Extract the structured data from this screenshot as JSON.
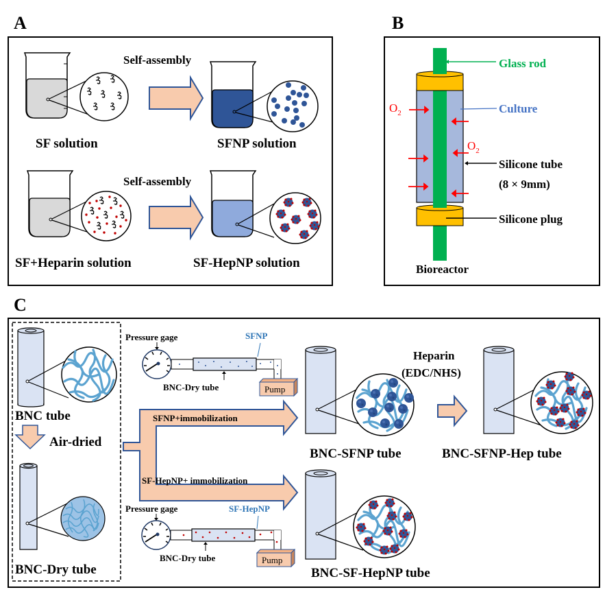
{
  "colors": {
    "beaker_gray": "#d9d9d9",
    "beaker_dark_blue": "#2f5597",
    "beaker_light_blue": "#8faadc",
    "arrow_fill": "#f8cbad",
    "arrow_stroke": "#2f5597",
    "glass_rod": "#00b050",
    "plug": "#ffc000",
    "culture": "#a6b8dc",
    "oxygen": "#ff0000",
    "culture_label": "#4472c4",
    "sfnp_label": "#2e75b6",
    "tube_fill": "#dae3f3",
    "fiber": "#5ba3d0",
    "nanoparticle": "#2f5597",
    "heparin": "#c00000"
  },
  "panel_a": {
    "letter": "A",
    "rows": [
      {
        "left_label": "SF solution",
        "process_label": "Self-assembly",
        "right_label": "SFNP solution"
      },
      {
        "left_label": "SF+Heparin solution",
        "process_label": "Self-assembly",
        "right_label": "SF-HepNP solution"
      }
    ]
  },
  "panel_b": {
    "letter": "B",
    "labels": {
      "glass_rod": "Glass rod",
      "culture": "Culture",
      "oxygen": "O",
      "oxygen_sub": "2",
      "silicone_tube": "Silicone tube",
      "silicone_tube_size": "(8 × 9mm)",
      "silicone_plug": "Silicone plug",
      "caption": "Bioreactor"
    }
  },
  "panel_c": {
    "letter": "C",
    "bnc_tube": "BNC tube",
    "air_dried": "Air-dried",
    "bnc_dry_tube": "BNC-Dry tube",
    "top_setup": {
      "pressure_gage": "Pressure gage",
      "inflow": "SFNP",
      "tube": "BNC-Dry tube",
      "pump": "Pump"
    },
    "bottom_setup": {
      "pressure_gage": "Pressure gage",
      "inflow": "SF-HepNP",
      "tube": "BNC-Dry tube",
      "pump": "Pump"
    },
    "branch_top": "SFNP+immobilization",
    "branch_bottom": "SF-HepNP+ immobilization",
    "bnc_sfnp_tube": "BNC-SFNP tube",
    "heparin_step_line1": "Heparin",
    "heparin_step_line2": "(EDC/NHS)",
    "bnc_sfnp_hep_tube": "BNC-SFNP-Hep tube",
    "bnc_sf_hepnp_tube": "BNC-SF-HepNP tube"
  }
}
